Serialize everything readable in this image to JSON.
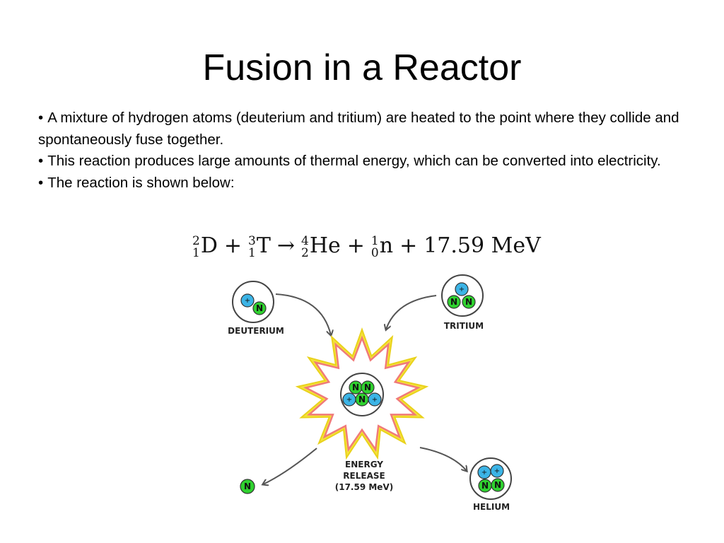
{
  "slide": {
    "title": "Fusion in a Reactor",
    "bullet_symbol": "•",
    "bullets": [
      "A mixture of hydrogen atoms (deuterium and tritium) are heated to the point where they collide and spontaneously fuse together.",
      "This reaction produces large amounts of thermal energy, which can be converted into electricity.",
      "The reaction is shown below:"
    ]
  },
  "equation": {
    "terms": [
      {
        "mass": "2",
        "atomic": "1",
        "symbol": "D"
      },
      {
        "mass": "3",
        "atomic": "1",
        "symbol": "T"
      },
      {
        "mass": "4",
        "atomic": "2",
        "symbol": "He"
      },
      {
        "mass": "1",
        "atomic": "0",
        "symbol": "n"
      }
    ],
    "plus": "+",
    "arrow": "→",
    "energy": "17.59 MeV"
  },
  "diagram": {
    "labels": {
      "deuterium": "DEUTERIUM",
      "tritium": "TRITIUM",
      "helium": "HELIUM",
      "energy_line1": "ENERGY",
      "energy_line2": "RELEASE",
      "energy_line3": "(17.59 MeV)"
    },
    "neutron_letter": "N",
    "proton_mark": "+",
    "colors": {
      "proton": "#3cb4e6",
      "neutron": "#2fd12f",
      "burst_outer": "#f5e23a",
      "burst_inner": "#f07a7a",
      "arrow": "#555555",
      "outline": "#444444"
    }
  }
}
